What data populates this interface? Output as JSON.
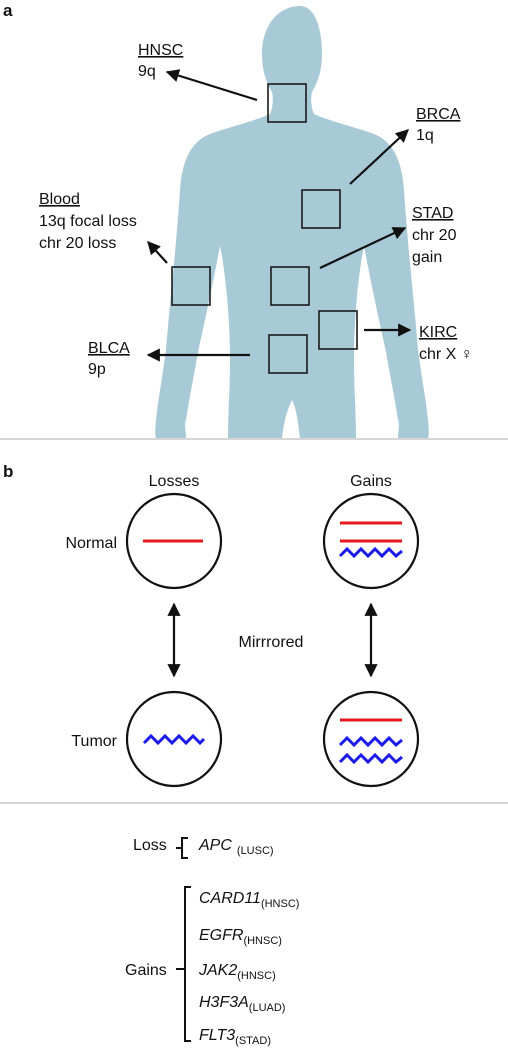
{
  "panel_a": {
    "letter": "a",
    "annotations": [
      {
        "id": "hnsc",
        "title": "HNSC",
        "lines": [
          "9q"
        ]
      },
      {
        "id": "brca",
        "title": "BRCA",
        "lines": [
          "1q"
        ]
      },
      {
        "id": "blood",
        "title": "Blood",
        "lines": [
          "13q focal loss",
          "chr 20 loss"
        ]
      },
      {
        "id": "stad",
        "title": "STAD",
        "lines": [
          "chr 20",
          "gain"
        ]
      },
      {
        "id": "kirc",
        "title": "KIRC",
        "lines": [
          "chr X ♀"
        ]
      },
      {
        "id": "blca",
        "title": "BLCA",
        "lines": [
          "9p"
        ]
      }
    ],
    "colors": {
      "body": "#a8cad7",
      "divider": "#c8c8c8"
    }
  },
  "panel_b": {
    "letter": "b",
    "col_losses": "Losses",
    "col_gains": "Gains",
    "row_normal": "Normal",
    "row_tumor": "Tumor",
    "center_label": "Mirrrored",
    "colors": {
      "red_line": "#e4171b",
      "blue_line": "#1a1ae8"
    }
  },
  "genes": {
    "loss_label": "Loss",
    "gains_label": "Gains",
    "loss": [
      {
        "name": "APC",
        "sub": "(LUSC)"
      }
    ],
    "gains": [
      {
        "name": "CARD11",
        "sub": "(HNSC)"
      },
      {
        "name": "EGFR",
        "sub": "(HNSC)"
      },
      {
        "name": "JAK2",
        "sub": "(HNSC)"
      },
      {
        "name": "H3F3A",
        "sub": "(LUAD)"
      },
      {
        "name": "FLT3",
        "sub": "(STAD)"
      }
    ]
  }
}
